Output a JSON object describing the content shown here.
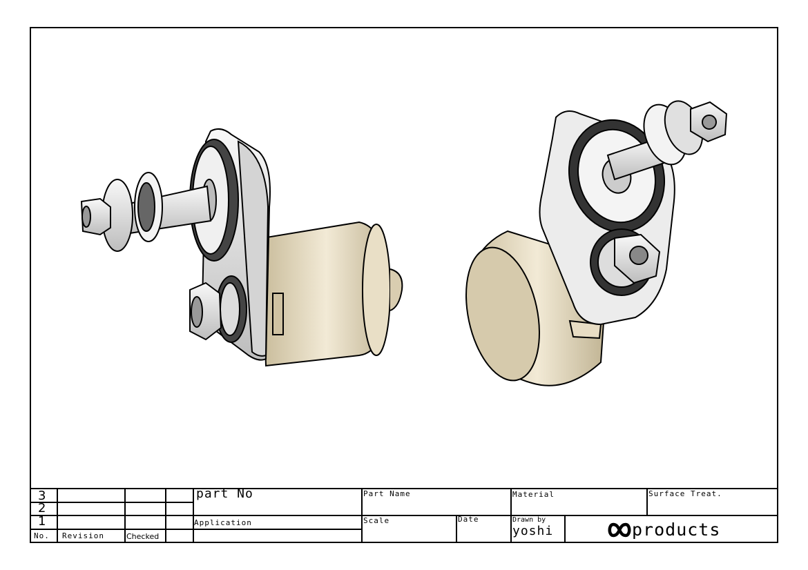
{
  "revision_table": {
    "rows": [
      "3",
      "2",
      "1"
    ],
    "header_no": "No.",
    "header_revision": "Revision",
    "header_checked": "Checked"
  },
  "title_block": {
    "part_no_label": "part No",
    "part_name_label": "Part Name",
    "material_label": "Material",
    "surface_treat_label": "Surface Treat.",
    "application_label": "Application",
    "scale_label": "Scale",
    "date_label": "Date",
    "drawn_by_label": "Drawn by",
    "drawn_by_value": "yoshi",
    "company_name": "products"
  },
  "colors": {
    "line": "#000000",
    "metal": "#e6e6e6",
    "motor_body": "#d8ccae",
    "gear": "#333333"
  },
  "views": [
    "gearbox-motor-left-view",
    "gearbox-motor-right-view"
  ]
}
